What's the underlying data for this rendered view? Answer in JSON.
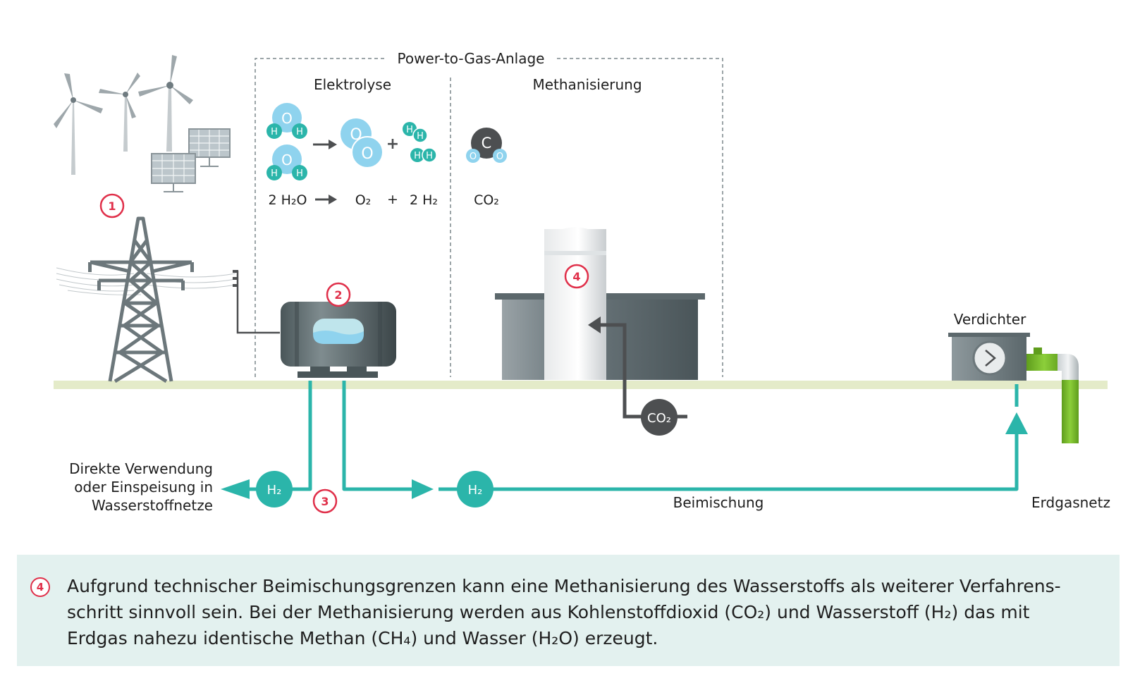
{
  "plant_label": "Power-to-Gas-Anlage",
  "electrolysis": {
    "title": "Elektrolyse",
    "equation": {
      "reactant": "2 H₂O",
      "product1": "O₂",
      "plus": "+",
      "product2": "2 H₂"
    }
  },
  "methanation": {
    "title": "Methanisierung",
    "formula": "CO₂"
  },
  "atoms": {
    "oxygen": "O",
    "hydrogen": "H",
    "carbon": "C"
  },
  "steps": {
    "step1": "1",
    "step2": "2",
    "step3": "3",
    "step4": "4"
  },
  "flows": {
    "co2_source": "CO₂",
    "h2_left": "H₂",
    "h2_right": "H₂",
    "blending_label": "Beimischung"
  },
  "direct_use": [
    "Direkte Verwendung",
    "oder Einspeisung in",
    "Wasserstoffnetze"
  ],
  "compressor_label": "Verdichter",
  "gas_grid_label": "Erdgasnetz",
  "note": {
    "badge": "4",
    "text": "Aufgrund technischer Beimischungsgrenzen kann eine Methanisierung des Wasserstoffs als weiterer Verfahrens-schritt sinnvoll sein. Bei der Methanisierung werden aus Kohlenstoffdioxid (CO₂) und Wasserstoff (H₂) das mit Erdgas nahezu identische Methan (CH₄) und Wasser (H₂O) erzeugt."
  },
  "colors": {
    "teal": "#2bb5aa",
    "oxygen_blue": "#8fd3ee",
    "dark_grey": "#4d4f51",
    "ground": "#e4ebc9",
    "pipe_green": "#76bc26",
    "badge_red": "#e0304a",
    "note_bg": "#e3f1ef"
  }
}
